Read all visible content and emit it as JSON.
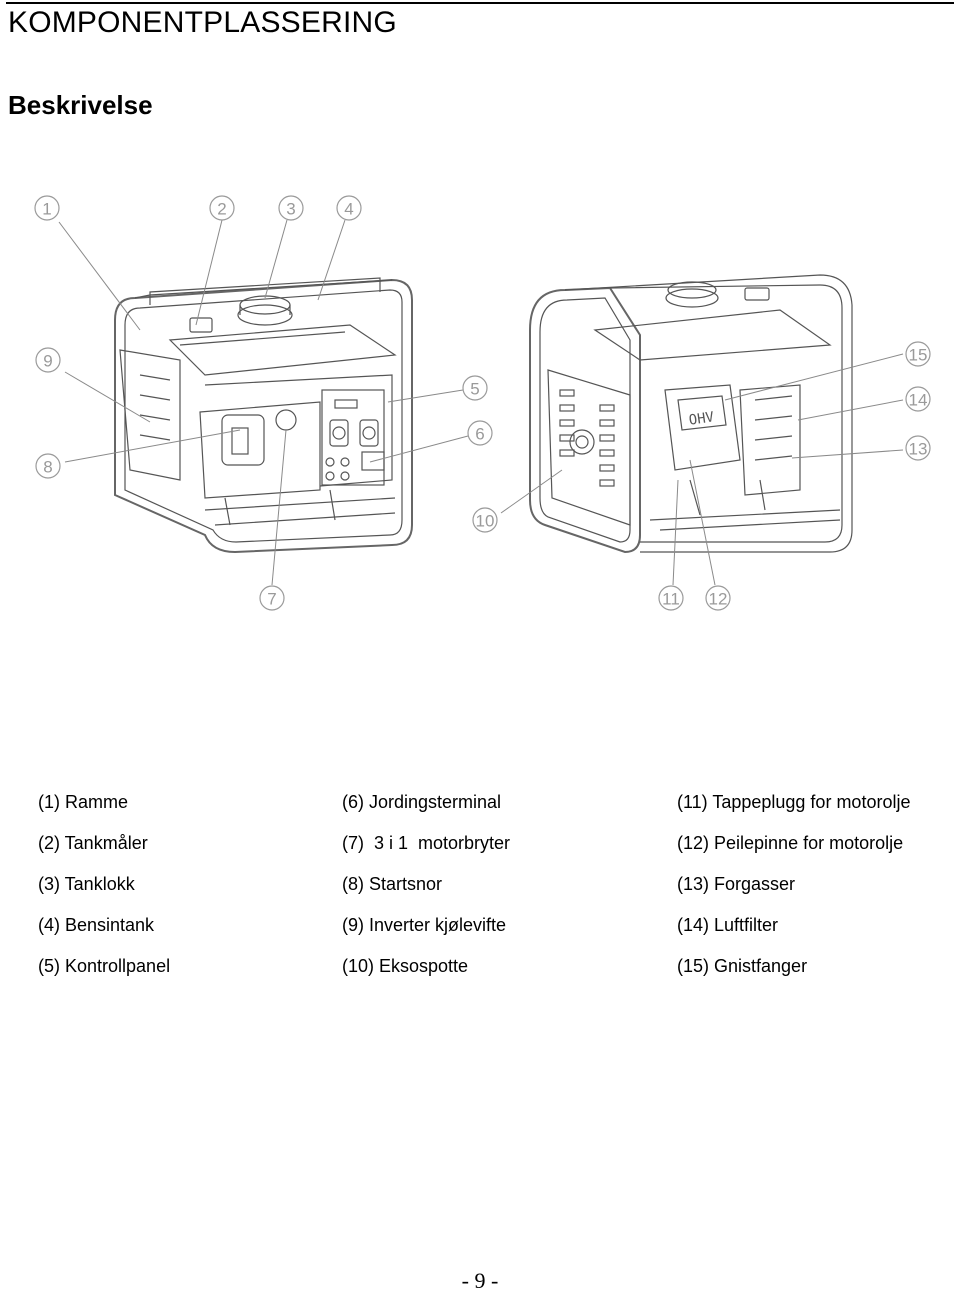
{
  "header": {
    "title": "KOMPONENTPLASSERING"
  },
  "section": {
    "title": "Beskrivelse"
  },
  "callouts": [
    "1",
    "2",
    "3",
    "4",
    "5",
    "6",
    "7",
    "8",
    "9",
    "10",
    "11",
    "12",
    "13",
    "14",
    "15"
  ],
  "engine_label": "OHV",
  "legend": {
    "col1": [
      "(1) Ramme",
      "(2) Tankmåler",
      "(3) Tanklokk",
      "(4) Bensintank",
      "(5) Kontrollpanel"
    ],
    "col2": [
      "(6) Jordingsterminal",
      "(7)  3 i 1  motorbryter",
      "(8) Startsnor",
      "(9) Inverter kjølevifte",
      "(10) Eksospotte"
    ],
    "col3": [
      "(11) Tappeplugg for motorolje",
      "(12) Peilepinne for motorolje",
      "(13) Forgasser",
      "(14) Luftfilter",
      "(15) Gnistfanger"
    ]
  },
  "footer": {
    "page_number": "- 9 -"
  }
}
